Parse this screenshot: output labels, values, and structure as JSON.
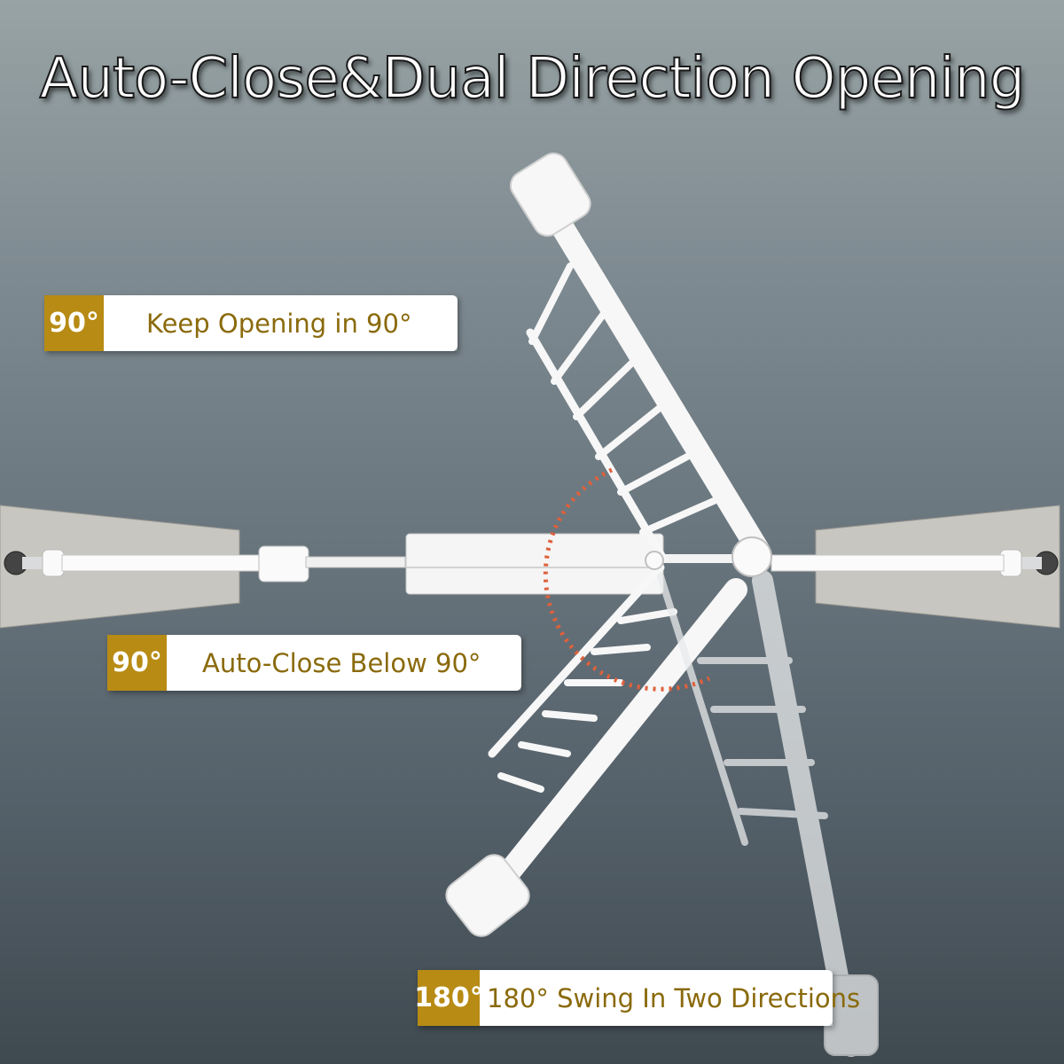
{
  "title": "Auto-Close&Dual Direction Opening",
  "callouts": [
    {
      "badge": "90°",
      "text": "Keep Opening in 90°"
    },
    {
      "badge": "90°",
      "text": "Auto-Close Below 90°"
    },
    {
      "badge": "180°",
      "text": "180° Swing In Two Directions"
    }
  ],
  "colors": {
    "accent": "#b78b14",
    "label_text": "#8a6a0c",
    "angle_arc": "#e0603a"
  }
}
